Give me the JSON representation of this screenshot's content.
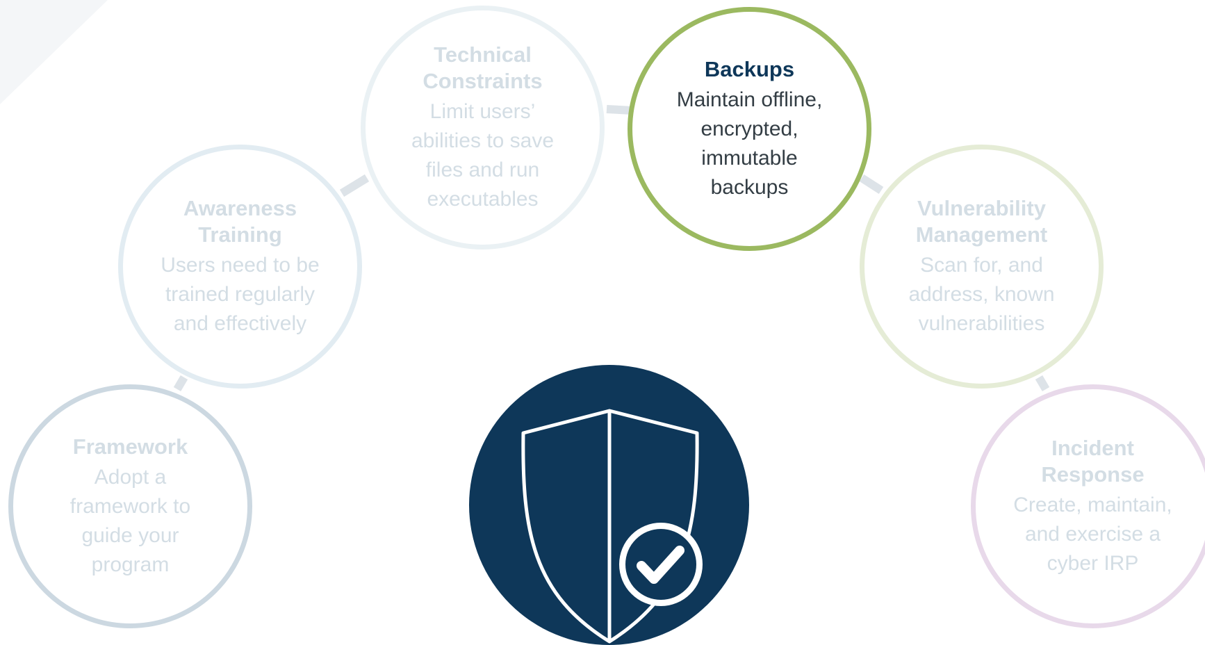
{
  "colors": {
    "navy": "#0e3759",
    "active_border": "#9bb960",
    "faded_text": "#d3dde4",
    "connector": "#e1e6ea",
    "corner": "#f4f6f8"
  },
  "nodes": {
    "framework": {
      "title": "Framework",
      "desc": "Adopt a framework to guide your program"
    },
    "awareness": {
      "title": "Awareness Training",
      "desc": "Users need to be trained regularly and effectively"
    },
    "technical": {
      "title": "Technical Constraints",
      "desc": "Limit users’ abilities to save files and run executables"
    },
    "backups": {
      "title": "Backups",
      "desc": "Maintain offline, encrypted, immutable backups",
      "active": true
    },
    "vulnerability": {
      "title": "Vulnerability Management",
      "desc": "Scan for, and address, known vulnerabilities"
    },
    "incident": {
      "title": "Incident Response",
      "desc": "Create, maintain, and exercise a cyber IRP"
    }
  },
  "center": {
    "icon": "shield-check-icon"
  }
}
